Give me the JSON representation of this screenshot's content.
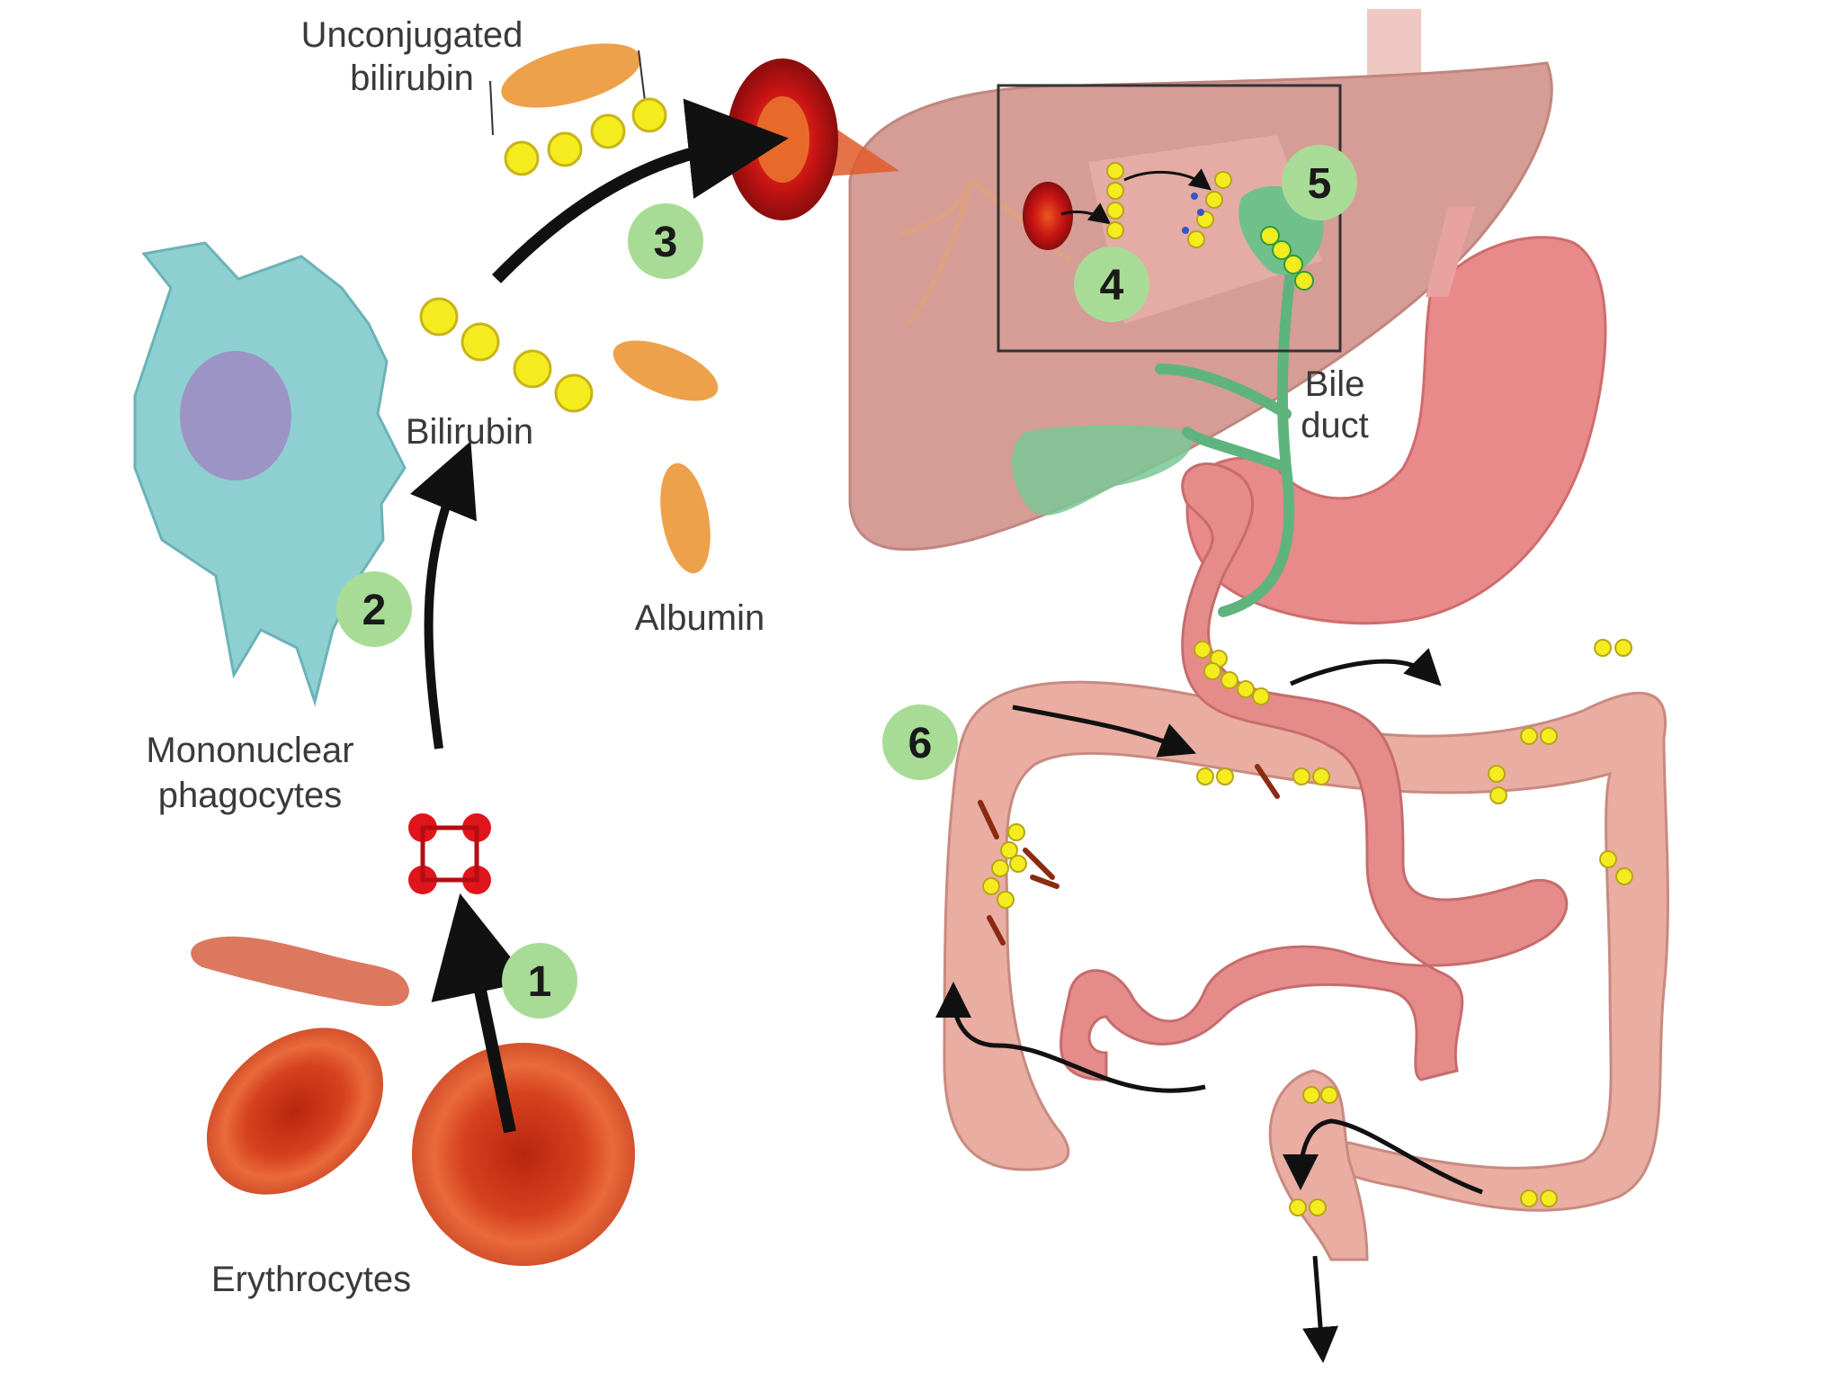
{
  "labels": {
    "unconjugated_line1": "Unconjugated",
    "unconjugated_line2": "bilirubin",
    "bilirubin": "Bilirubin",
    "albumin": "Albumin",
    "mononuclear_line1": "Mononuclear",
    "mononuclear_line2": "phagocytes",
    "erythrocytes": "Erythrocytes",
    "bile_line1": "Bile",
    "bile_line2": "duct"
  },
  "steps": [
    "1",
    "2",
    "3",
    "4",
    "5",
    "6"
  ],
  "colors": {
    "step_badge": "#a8dc96",
    "bilirubin_bead": "#f4ec1e",
    "albumin": "#eda14a",
    "phagocyte": "#8ed0d2",
    "nucleus": "#9c94c4",
    "liver": "#d79f99",
    "stomach": "#e8898a",
    "intestine": "#e9ada2",
    "bile": "#63b982",
    "erythrocyte": "#e2532c",
    "heme": "#e0151b"
  }
}
